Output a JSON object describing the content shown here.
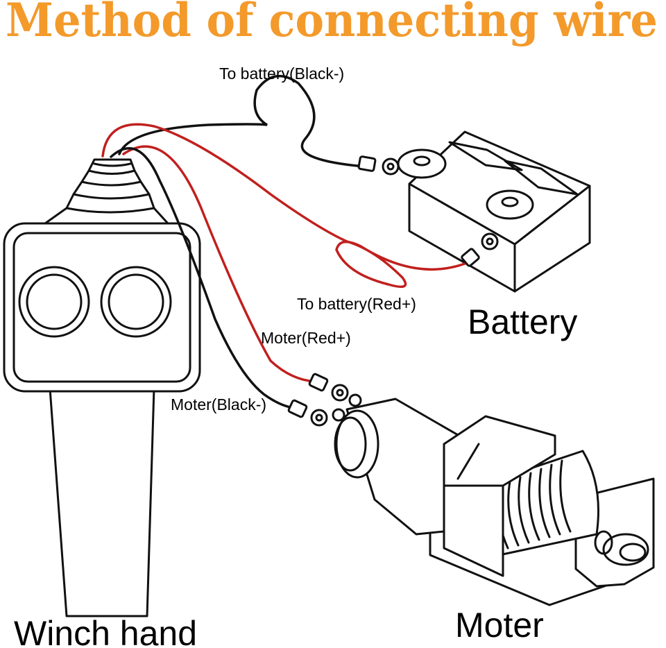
{
  "title": "Method of connecting wire",
  "labels": {
    "battery_black": "To battery(Black-)",
    "battery_red": "To battery(Red+)",
    "motor_red": "Moter(Red+)",
    "motor_black": "Moter(Black-)"
  },
  "components": {
    "battery": "Battery",
    "motor": "Moter",
    "winch_hand": "Winch hand"
  },
  "colors": {
    "title": "#F39A2B",
    "red_wire": "#C0201E",
    "black_wire": "#111111"
  }
}
